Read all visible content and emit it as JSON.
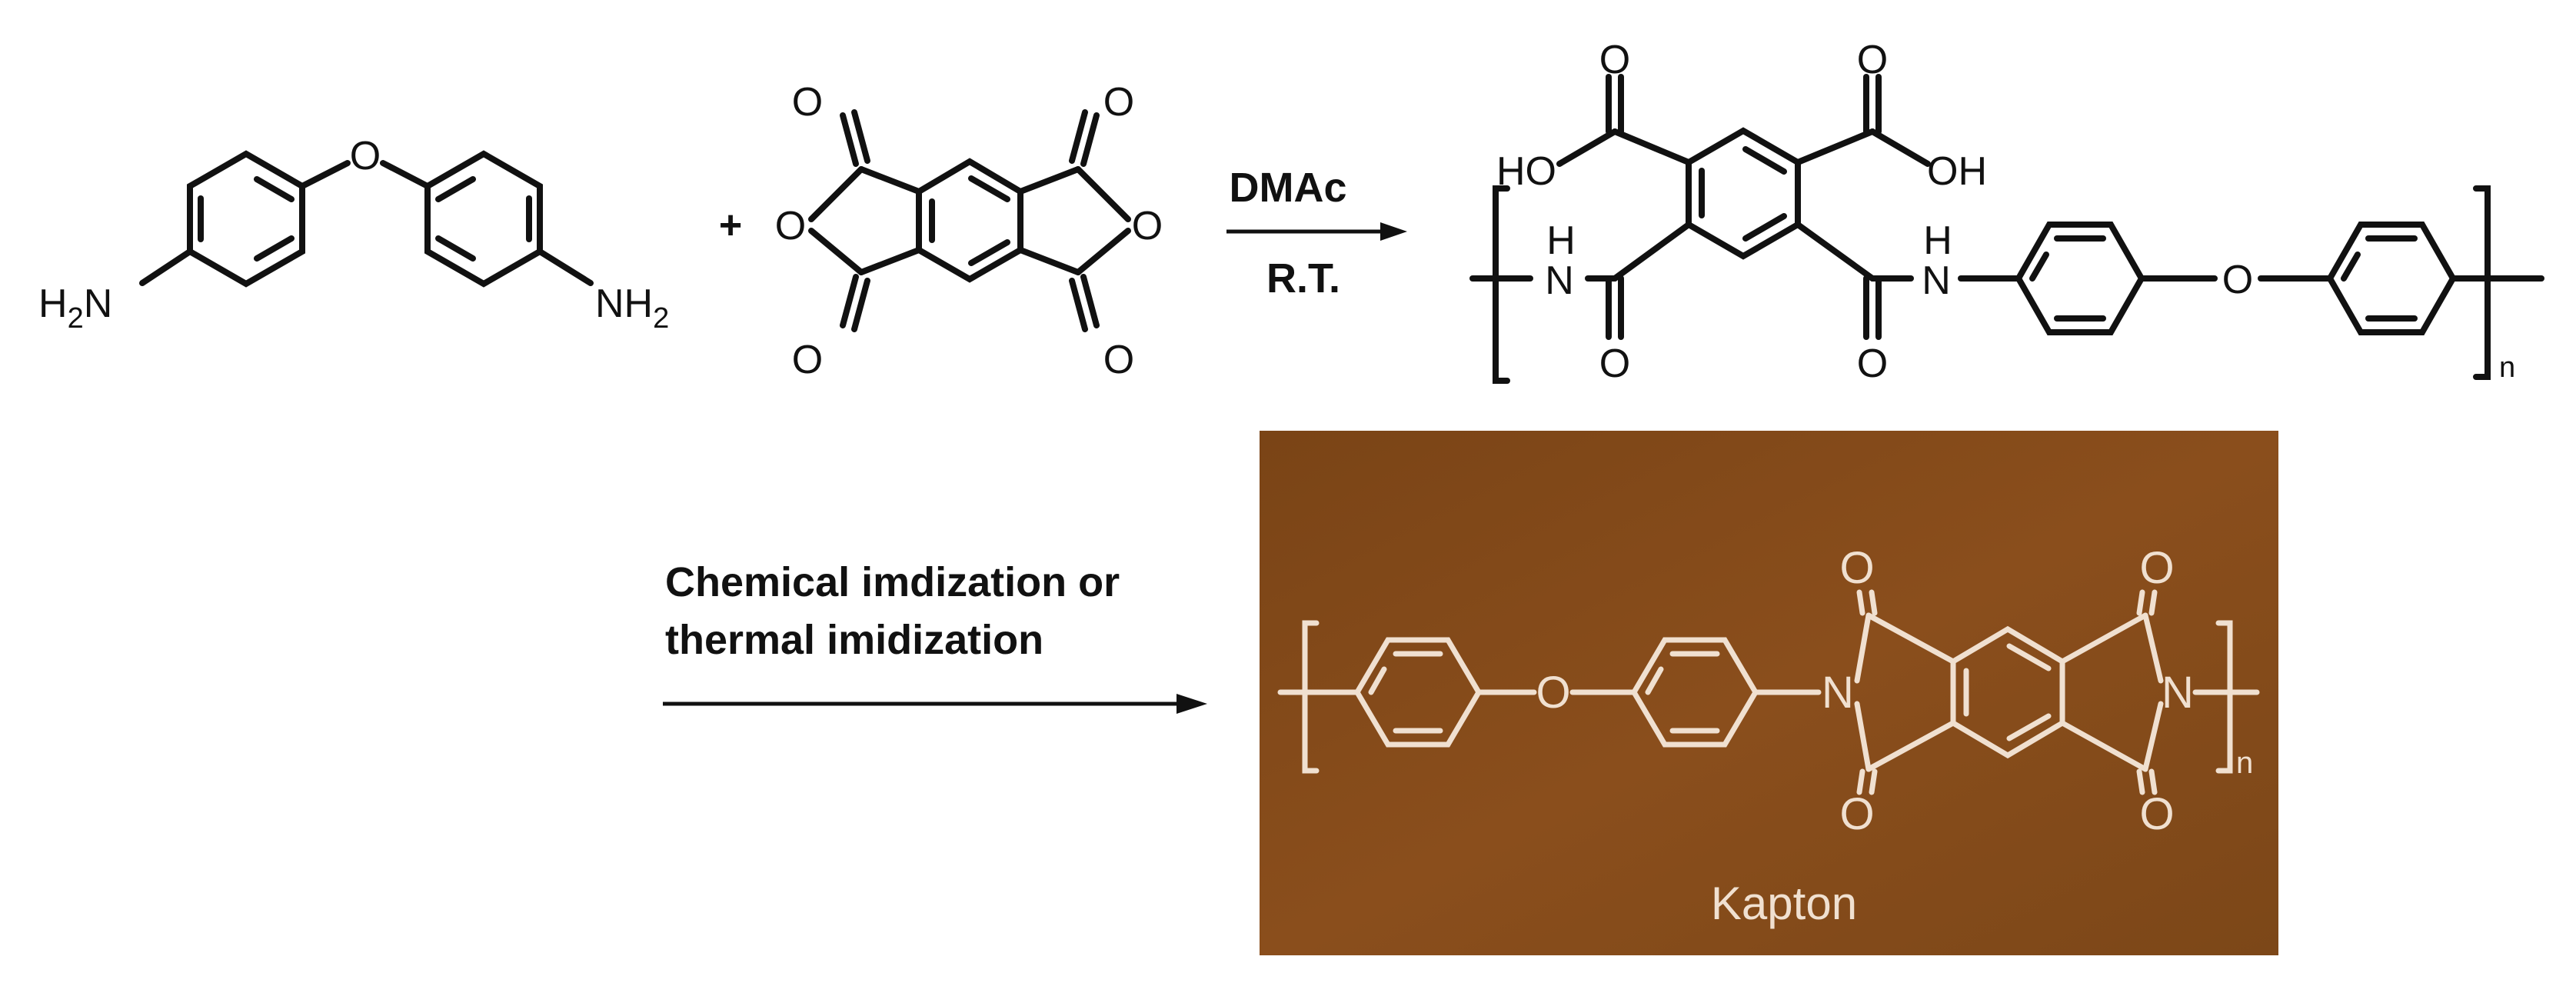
{
  "reactant_1": {
    "atom_o": "O",
    "amine_left_main": "H",
    "amine_left_sub": "2",
    "amine_left_tail": "N",
    "amine_right_main": "NH",
    "amine_right_sub": "2"
  },
  "plus_sign": "+",
  "reactant_2": {
    "oxygens": [
      "O",
      "O",
      "O",
      "O",
      "O",
      "O"
    ]
  },
  "step_1": {
    "reagent": "DMAc",
    "condition": "R.T."
  },
  "intermediate": {
    "acid_left": "HO",
    "acid_right": "OH",
    "acid_oxygens": [
      "O",
      "O"
    ],
    "amide_oxygens": [
      "O",
      "O"
    ],
    "nh_n": [
      "N",
      "N"
    ],
    "nh_h": [
      "H",
      "H"
    ],
    "ether_o": "O",
    "repeat": "n"
  },
  "step_2": {
    "line1": "Chemical imdization or",
    "line2": "thermal imidization"
  },
  "product_photo": {
    "background": "#8a4e1c",
    "ether_o": "O",
    "imide_n": [
      "N",
      "N"
    ],
    "carbonyl_oxygens": [
      "O",
      "O",
      "O",
      "O"
    ],
    "repeat": "n",
    "caption": "Kapton"
  }
}
